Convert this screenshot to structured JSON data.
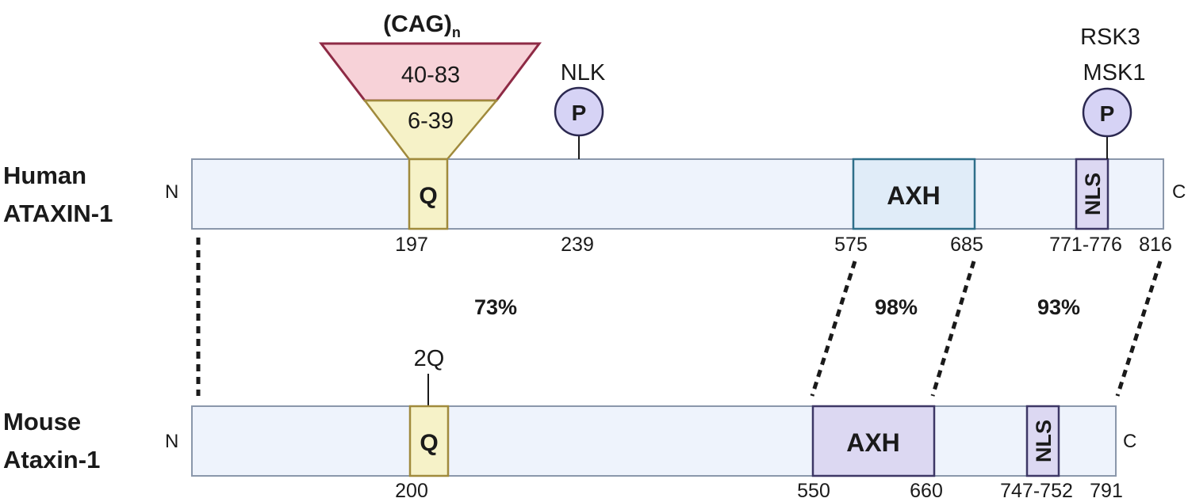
{
  "cag": {
    "label_main": "(CAG)",
    "label_sub": "n",
    "expanded_range": "40-83",
    "normal_range": "6-39"
  },
  "human": {
    "name_line1": "Human",
    "name_line2": "ATAXIN-1",
    "n_term": "N",
    "c_term": "C",
    "q_label": "Q",
    "axh_label": "AXH",
    "nls_label": "NLS",
    "phospho_label": "P",
    "kinase_nlk": "NLK",
    "kinase_rsk3": "RSK3",
    "kinase_msk1": "MSK1",
    "positions": [
      "197",
      "239",
      "575",
      "685",
      "771-776",
      "816"
    ]
  },
  "mouse": {
    "name_line1": "Mouse",
    "name_line2": "Ataxin-1",
    "n_term": "N",
    "c_term": "C",
    "q_label": "Q",
    "axh_label": "AXH",
    "nls_label": "NLS",
    "repeat_label": "2Q",
    "positions": [
      "200",
      "550",
      "660",
      "747-752",
      "791"
    ]
  },
  "homology": [
    "73%",
    "98%",
    "93%"
  ],
  "colors": {
    "protein_fill": "#eef3fc",
    "protein_stroke": "#8a97ab",
    "q_fill": "#f6f2c8",
    "q_stroke": "#a08a3c",
    "cag_expanded_fill": "#f7d2d8",
    "cag_expanded_stroke": "#8e2a45",
    "human_axh_fill": "#e0ecf8",
    "human_axh_stroke": "#2f6f8a",
    "mouse_axh_fill": "#dcd8f2",
    "nls_fill": "#dcd8f2",
    "domain_stroke": "#3d3766",
    "phospho_fill": "#d6d3f5",
    "phospho_stroke": "#2b2850"
  }
}
